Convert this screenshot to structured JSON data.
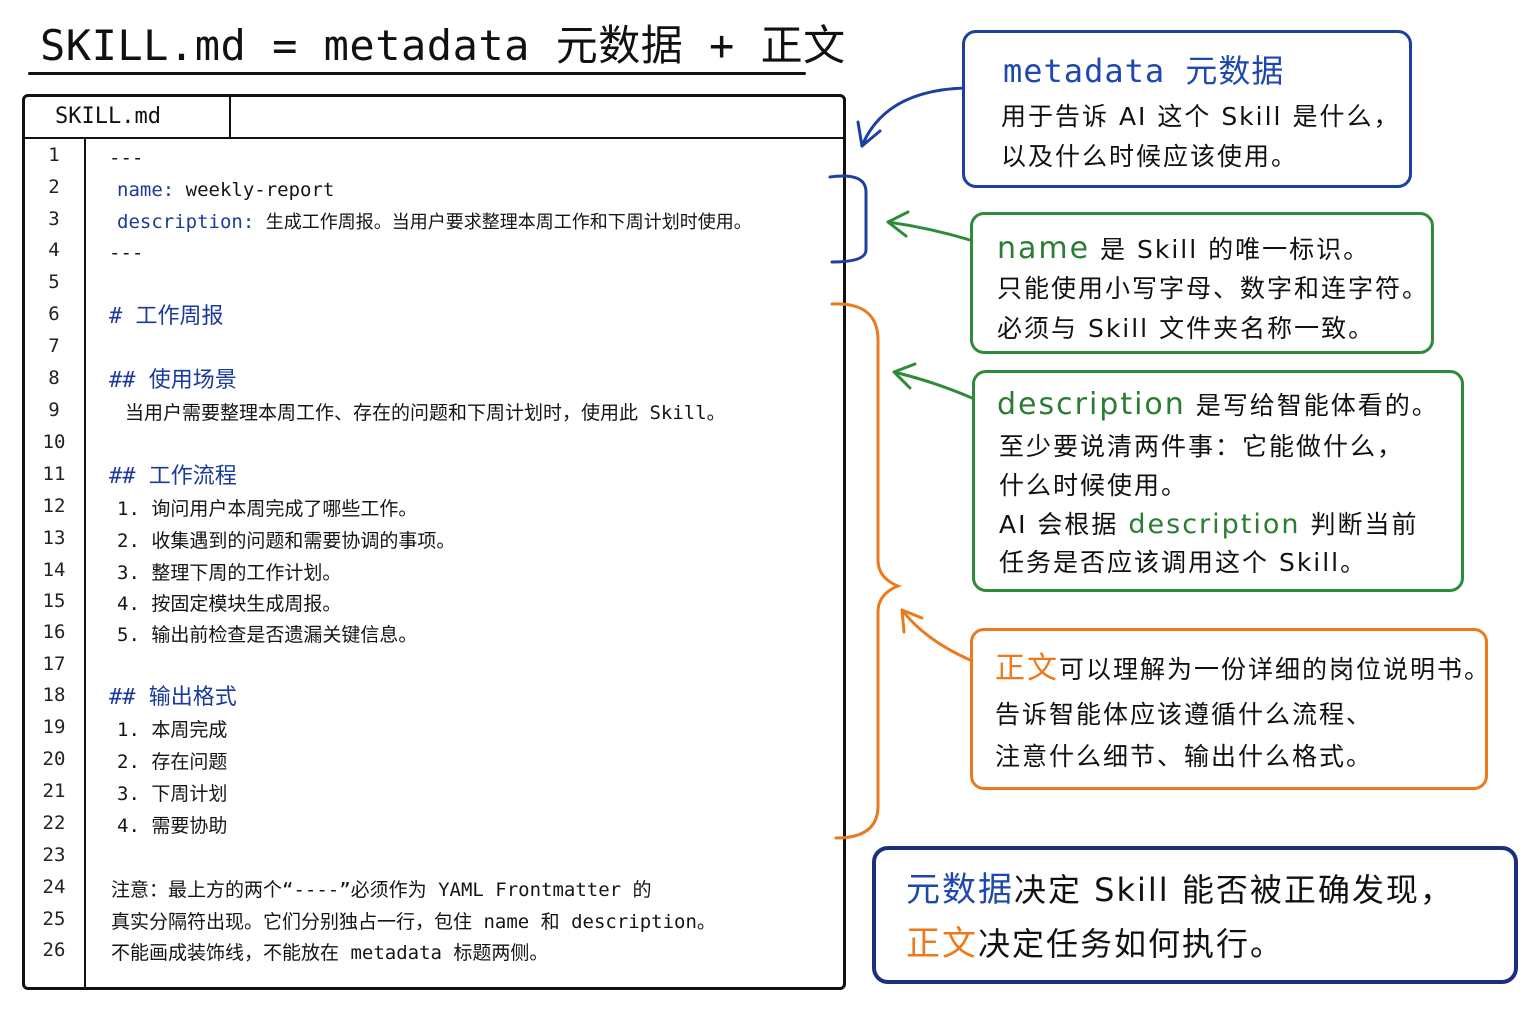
{
  "title": "SKILL.md = metadata 元数据 + 正文",
  "editor": {
    "tab_label": "SKILL.md",
    "line_numbers": [
      "1",
      "2",
      "3",
      "4",
      "5",
      "6",
      "7",
      "8",
      "9",
      "10",
      "11",
      "12",
      "13",
      "14",
      "15",
      "16",
      "17",
      "18",
      "19",
      "20",
      "21",
      "22",
      "23",
      "24",
      "25",
      "26"
    ],
    "code": {
      "l1": "---",
      "l2_key": "name:",
      "l2_val": "weekly-report",
      "l3_key": "description:",
      "l3_val": "生成工作周报。当用户要求整理本周工作和下周计划时使用。",
      "l4": "---",
      "l6": "# 工作周报",
      "l8": "## 使用场景",
      "l9": "当用户需要整理本周工作、存在的问题和下周计划时，使用此 Skill。",
      "l11": "## 工作流程",
      "l12": "1. 询问用户本周完成了哪些工作。",
      "l13": "2. 收集遇到的问题和需要协调的事项。",
      "l14": "3. 整理下周的工作计划。",
      "l15": "4. 按固定模块生成周报。",
      "l16": "5. 输出前检查是否遗漏关键信息。",
      "l18": "## 输出格式",
      "l19": "1. 本周完成",
      "l20": "2. 存在问题",
      "l21": "3. 下周计划",
      "l22": "4. 需要协助",
      "l24": "注意：最上方的两个“----”必须作为 YAML Frontmatter 的",
      "l25": "真实分隔符出现。它们分别独占一行，包住 name 和 description。",
      "l26": "不能画成装饰线，不能放在 metadata 标题两侧。"
    }
  },
  "cards": {
    "metadata": {
      "heading": "metadata 元数据",
      "line1": "用于告诉 AI 这个 Skill 是什么，",
      "line2": "以及什么时候应该使用。"
    },
    "name": {
      "term": "name",
      "line1_rest": "是 Skill 的唯一标识。",
      "line2": "只能使用小写字母、数字和连字符。",
      "line3": "必须与 Skill 文件夹名称一致。"
    },
    "description": {
      "term": "description",
      "line1_rest": "是写给智能体看的。",
      "line2": "至少要说清两件事：它能做什么，",
      "line3": "什么时候使用。",
      "line4_pre": "AI 会根据",
      "line4_term": "description",
      "line4_post": "判断当前",
      "line5": "任务是否应该调用这个 Skill。"
    },
    "body": {
      "term": "正文",
      "line1_rest": "可以理解为一份详细的岗位说明书。",
      "line2": "告诉智能体应该遵循什么流程、",
      "line3": "注意什么细节、输出什么格式。"
    },
    "summary": {
      "term1": "元数据",
      "line1_rest": "决定 Skill 能否被正确发现，",
      "term2": "正文",
      "line2_rest": "决定任务如何执行。"
    }
  },
  "colors": {
    "blue": "#1d3fa0",
    "green": "#2f8a3a",
    "orange": "#ec7a1c",
    "navy": "#1b2f7e",
    "ink": "#111111"
  }
}
